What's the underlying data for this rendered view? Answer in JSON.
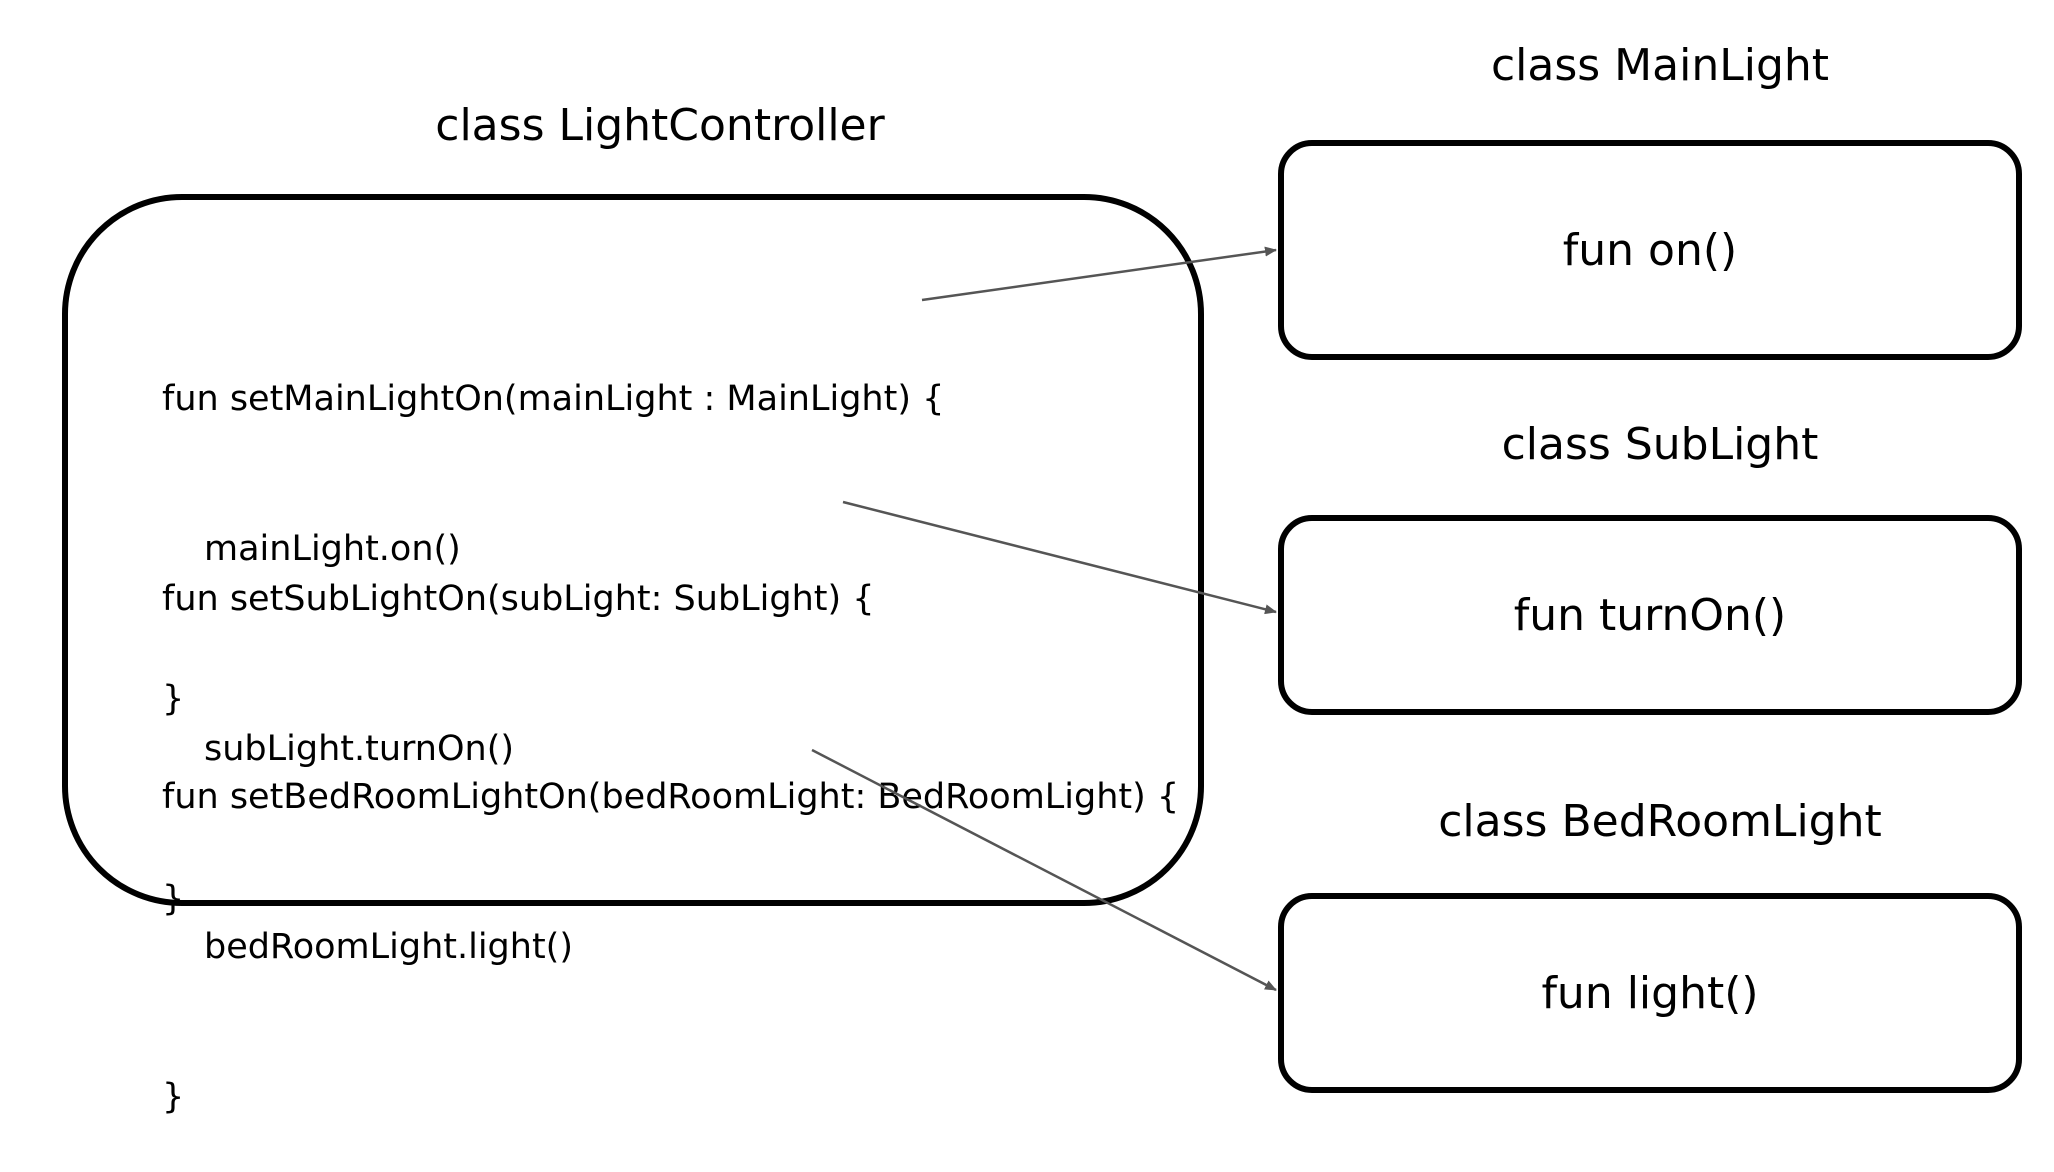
{
  "light_controller": {
    "title": "class LightController",
    "main_block": {
      "signature": "fun setMainLightOn(mainLight : MainLight) {",
      "body": "mainLight.on()",
      "close": "}"
    },
    "sub_block": {
      "signature": "fun setSubLightOn(subLight: SubLight) {",
      "body": "subLight.turnOn()",
      "close": "}"
    },
    "bed_block": {
      "signature": "fun setBedRoomLightOn(bedRoomLight: BedRoomLight) {",
      "body": "bedRoomLight.light()",
      "close": "}"
    }
  },
  "main_light": {
    "title": "class MainLight",
    "method": "fun on()"
  },
  "sub_light": {
    "title": "class SubLight",
    "method": "fun turnOn()"
  },
  "bed_room_light": {
    "title": "class BedRoomLight",
    "method": "fun light()"
  },
  "arrows": [
    {
      "from": "setMainLightOn",
      "to": "MainLight.on"
    },
    {
      "from": "setSubLightOn",
      "to": "SubLight.turnOn"
    },
    {
      "from": "bedRoomLight.light",
      "to": "BedRoomLight.light"
    }
  ],
  "colors": {
    "line": "#555555",
    "border": "#000000",
    "background": "#ffffff"
  }
}
